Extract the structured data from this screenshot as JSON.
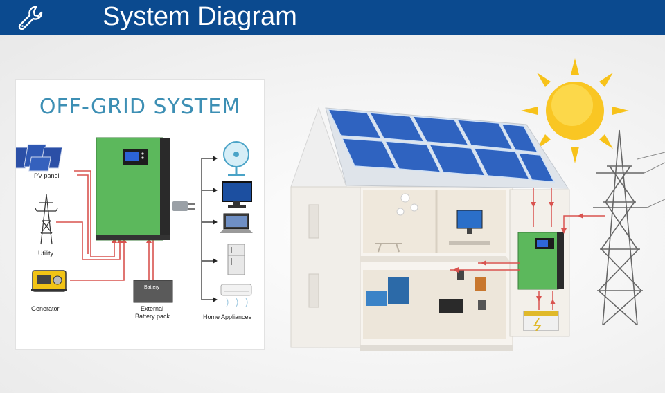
{
  "header": {
    "title": "System Diagram",
    "icon": "wrench-icon",
    "background": "#0b4a8f"
  },
  "off_grid_panel": {
    "heading": "OFF-GRID SYSTEM",
    "heading_color": "#3d8fb4",
    "inverter_color": "#5cb85c",
    "sources": [
      "PV panel",
      "Utility",
      "Generator"
    ],
    "battery": {
      "box_label": "Battery",
      "caption_line1": "External",
      "caption_line2": "Battery pack"
    },
    "loads_caption": "Home Appliances",
    "appliances": [
      "fan-icon",
      "monitor-icon",
      "laptop-icon",
      "fridge-icon",
      "air-conditioner-icon"
    ],
    "wire_color": "#d9534f"
  },
  "house_scene": {
    "items": [
      "sun",
      "solar-roof",
      "house-cutaway",
      "inverter",
      "battery",
      "power-tower"
    ]
  }
}
